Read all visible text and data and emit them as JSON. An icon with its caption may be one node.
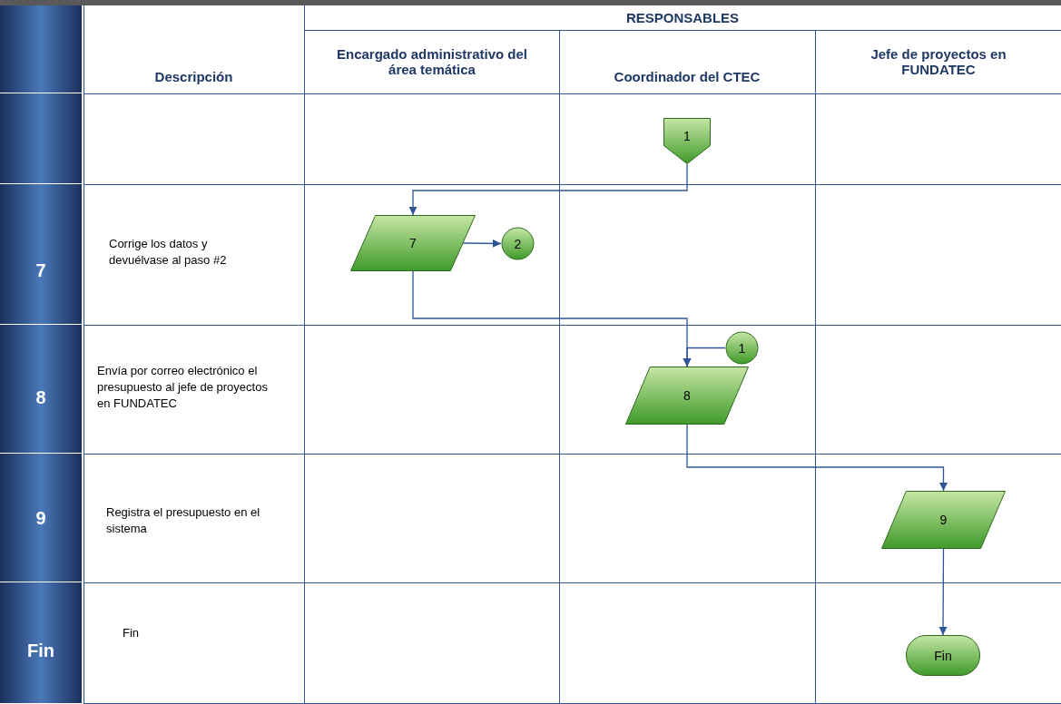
{
  "diagram": {
    "nodes": [
      {
        "text": [
          "1"
        ]
      },
      {
        "text": [
          "7"
        ]
      },
      {
        "text": [
          "2"
        ]
      },
      {
        "text": [
          "1"
        ]
      },
      {
        "text": [
          "8"
        ]
      },
      {
        "text": [
          "9"
        ]
      },
      {
        "text": [
          "Fin"
        ]
      }
    ],
    "edges": [
      {
        "from": 0,
        "to": 1,
        "arrow": "to"
      },
      {
        "from": 1,
        "to": 2,
        "arrow": "to"
      },
      {
        "from": 1,
        "to": 4,
        "arrow": "to"
      },
      {
        "from": 3,
        "to": 4,
        "arrow": "to"
      },
      {
        "from": 4,
        "to": 5,
        "arrow": "to"
      },
      {
        "from": 5,
        "to": 6,
        "arrow": "to"
      }
    ],
    "labels": [
      "RESPONSABLES",
      "Descripción",
      "Encargado administrativo del área temática",
      "Coordinador del CTEC",
      "Jefe de proyectos en FUNDATEC",
      "7",
      "Corrige los datos y devuélvase al paso #2",
      "8",
      "Envía por correo electrónico el presupuesto al jefe de proyectos en FUNDATEC",
      "9",
      "Registra el presupuesto en el sistema",
      "Fin",
      "Fin"
    ]
  }
}
